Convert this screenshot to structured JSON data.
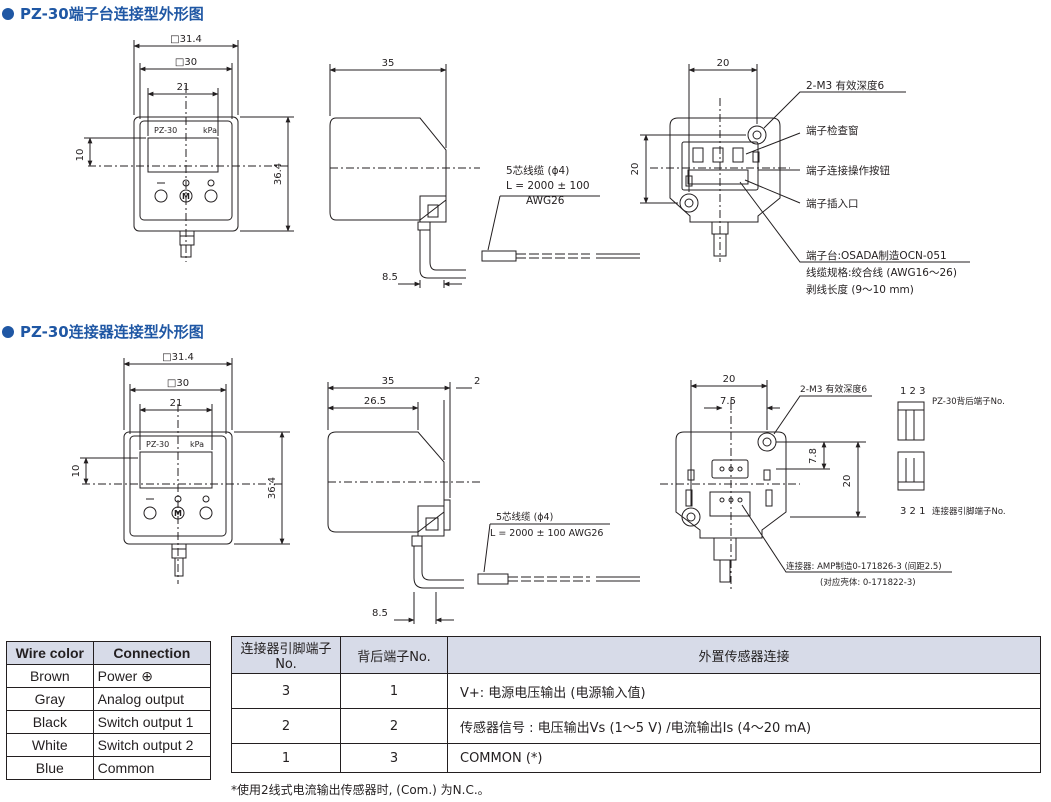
{
  "sections": [
    {
      "title": "PZ-30端子台连接型外形图"
    },
    {
      "title": "PZ-30连接器连接型外形图"
    }
  ],
  "top": {
    "front_dims": {
      "outer": "□31.4",
      "inner": "□30",
      "display": "21",
      "height": "36.4",
      "offset": "10"
    },
    "panel_text": {
      "model": "PZ-30",
      "unit": "kPa"
    },
    "side_dims": {
      "depth": "35",
      "cable_offset": "8.5"
    },
    "cable": {
      "line1": "5芯线缆 (ϕ4)",
      "line2": "L = 2000 ± 100",
      "line3": "AWG26"
    },
    "back_dims": {
      "width": "20",
      "height": "20"
    },
    "callouts": [
      "2-M3 有效深度6",
      "端子检查窗",
      "端子连接操作按钮",
      "端子插入口"
    ],
    "terminal_notes": [
      "端子台:OSADA制造OCN-051",
      "线缆规格:绞合线 (AWG16～26)",
      "剥线长度 (9～10 mm)"
    ]
  },
  "bottom": {
    "front_dims": {
      "outer": "□31.4",
      "inner": "□30",
      "display": "21",
      "height": "36.4",
      "offset": "10"
    },
    "panel_text": {
      "model": "PZ-30",
      "unit": "kPa"
    },
    "side_dims": {
      "depth": "35",
      "inner_depth": "26.5",
      "tip": "2",
      "cable_offset": "8.5"
    },
    "cable": {
      "line1": "5芯线缆 (ϕ4)",
      "line2": "L = 2000 ± 100  AWG26"
    },
    "back_dims": {
      "width": "20",
      "pitch": "7.5",
      "height": "20",
      "offset": "7.8"
    },
    "callout": "2-M3 有效深度6",
    "pin_labels": {
      "top_numbers": "1 2 3",
      "top_label": "PZ-30背后端子No.",
      "bottom_numbers": "3 2 1",
      "bottom_label": "连接器引脚端子No."
    },
    "connector_note": {
      "line1": "连接器: AMP制造0-171826-3 (间距2.5)",
      "line2": "(对应壳体: 0-171822-3)"
    }
  },
  "wire_table": {
    "headers": [
      "Wire color",
      "Connection"
    ],
    "rows": [
      [
        "Brown",
        "Power ⊕"
      ],
      [
        "Gray",
        "Analog output"
      ],
      [
        "Black",
        "Switch output 1"
      ],
      [
        "White",
        "Switch output 2"
      ],
      [
        "Blue",
        "Common"
      ]
    ]
  },
  "pin_table": {
    "headers": [
      "连接器引脚端子No.",
      "背后端子No.",
      "外置传感器连接"
    ],
    "rows": [
      [
        "3",
        "1",
        "V+: 电源电压输出 (电源输入值)"
      ],
      [
        "2",
        "2",
        "传感器信号 : 电压输出Vs (1～5 V) /电流输出Is (4～20 mA)"
      ],
      [
        "1",
        "3",
        "COMMON (*)"
      ]
    ]
  },
  "footnote": "*使用2线式电流输出传感器时, (Com.) 为N.C.。"
}
